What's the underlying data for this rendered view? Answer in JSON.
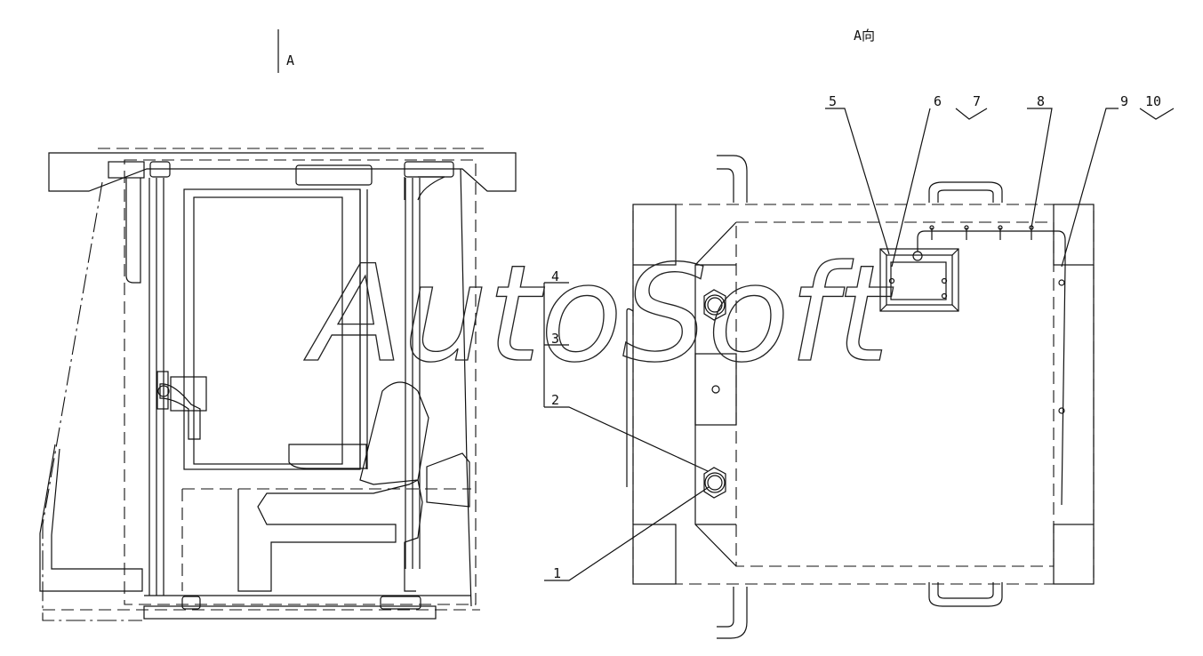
{
  "view_marker": "A",
  "view_title": "A向",
  "callouts": [
    "1",
    "2",
    "3",
    "4",
    "5",
    "6",
    "7",
    "8",
    "9",
    "10"
  ],
  "watermark": "AutoSoft",
  "line_color": "#111111"
}
